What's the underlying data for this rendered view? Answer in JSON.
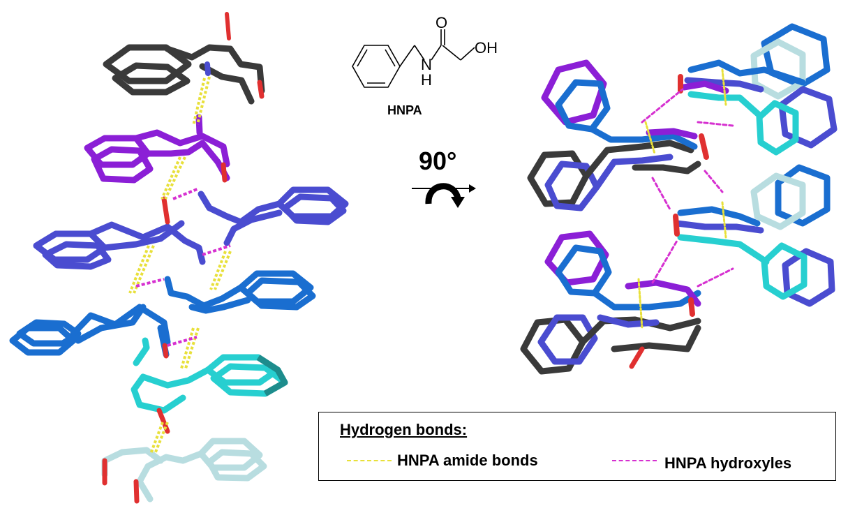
{
  "structure": {
    "label": "HNPA",
    "atoms": {
      "O": "O",
      "N": "N",
      "H": "H",
      "OH": "OH"
    }
  },
  "rotation": {
    "label": "90°",
    "icon": "rotate-arrow-icon"
  },
  "legend": {
    "title": "Hydrogen bonds:",
    "items": [
      {
        "label": "HNPA amide bonds",
        "color": "#e8e03a",
        "style": "dashed"
      },
      {
        "label": "HNPA hydroxyles",
        "color": "#d630d0",
        "style": "dashed"
      }
    ]
  },
  "colors": {
    "dark": "#3a3a3a",
    "purple": "#8b1fd6",
    "indigo": "#4a4cd0",
    "blue": "#1a6ed0",
    "cyan": "#27cfd0",
    "light": "#b8dde0",
    "oxygen": "#e03030",
    "hydrogen": "#e8e8e8",
    "amide_hbond": "#e8e03a",
    "hydroxyl_hbond": "#d630d0"
  }
}
